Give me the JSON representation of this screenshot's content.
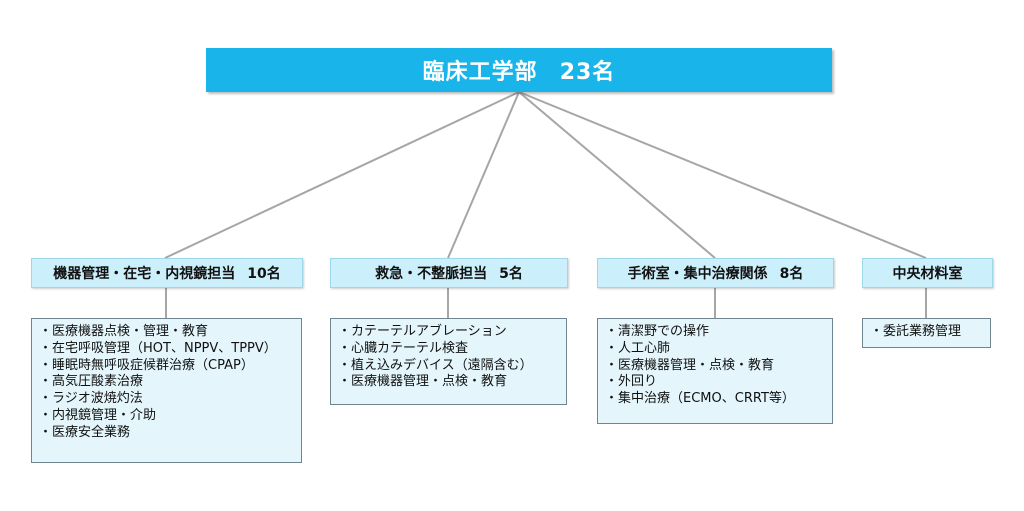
{
  "root": {
    "name": "臨床工学部",
    "count": "23名"
  },
  "departments": [
    {
      "name": "機器管理・在宅・内視鏡担当",
      "count": "10名",
      "items": [
        "医療機器点検・管理・教育",
        "在宅呼吸管理（HOT、NPPV、TPPV）",
        "睡眠時無呼吸症候群治療（CPAP）",
        "高気圧酸素治療",
        "ラジオ波焼灼法",
        "内視鏡管理・介助",
        "医療安全業務"
      ]
    },
    {
      "name": "救急・不整脈担当",
      "count": "5名",
      "items": [
        "カテーテルアブレーション",
        "心臓カテーテル検査",
        "植え込みデバイス（遠隔含む）",
        "医療機器管理・点検・教育"
      ]
    },
    {
      "name": "手術室・集中治療関係",
      "count": "8名",
      "items": [
        "清潔野での操作",
        "人工心肺",
        "医療機器管理・点検・教育",
        "外回り",
        "集中治療（ECMO、CRRT等）"
      ]
    },
    {
      "name": "中央材料室",
      "count": "",
      "items": [
        "委託業務管理"
      ]
    }
  ],
  "colors": {
    "root_fill": "#18b4ea",
    "root_text": "#ffffff",
    "header_fill": "#ccf0fb",
    "list_fill": "#e4f6fc",
    "connector": "#a6a6a6"
  }
}
